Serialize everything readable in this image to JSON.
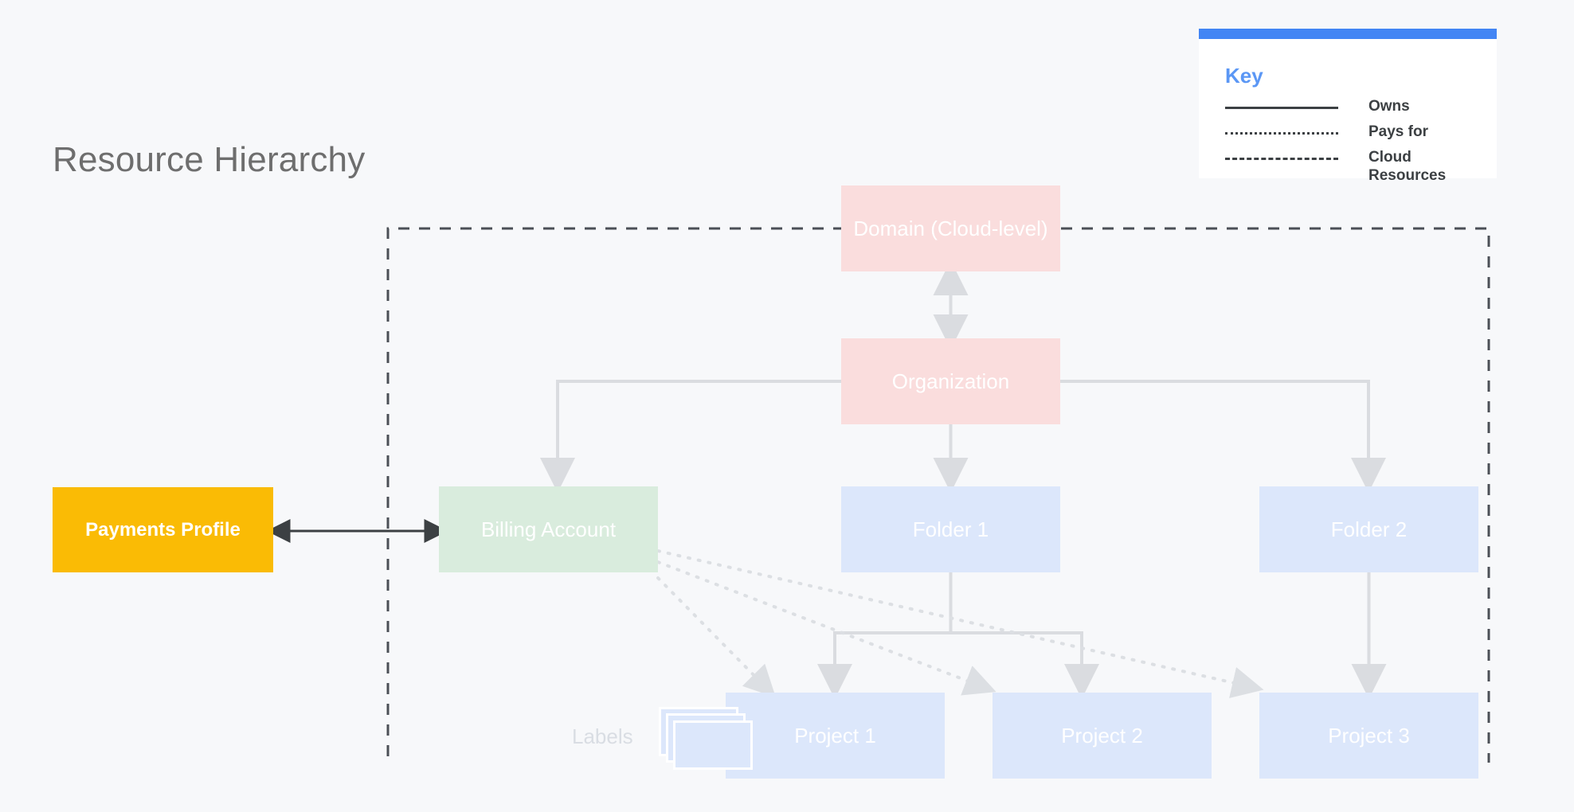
{
  "page": {
    "title": "Resource Hierarchy",
    "background_color": "#f7f8fa"
  },
  "key": {
    "title": "Key",
    "accent_color": "#4285f4",
    "rows": [
      {
        "style": "solid",
        "label": "Owns"
      },
      {
        "style": "dotted",
        "label": "Pays for"
      },
      {
        "style": "dashed",
        "label": "Cloud Resources"
      }
    ]
  },
  "nodes": {
    "domain": {
      "label": "Domain (Cloud-level)",
      "color": "#fadddd"
    },
    "organization": {
      "label": "Organization",
      "color": "#fadddd"
    },
    "billing": {
      "label": "Billing Account",
      "color": "#d9ecdd"
    },
    "folder1": {
      "label": "Folder 1",
      "color": "#dce7fb"
    },
    "folder2": {
      "label": "Folder 2",
      "color": "#dce7fb"
    },
    "project1": {
      "label": "Project 1",
      "color": "#dce7fb"
    },
    "project2": {
      "label": "Project 2",
      "color": "#dce7fb"
    },
    "project3": {
      "label": "Project 3",
      "color": "#dce7fb"
    },
    "payments": {
      "label": "Payments Profile",
      "color": "#fabb05"
    },
    "labels": {
      "label": "Labels",
      "color": "#dce7fb"
    }
  },
  "relationships": [
    {
      "from": "domain",
      "to": "organization",
      "type": "owns",
      "bidirectional": true
    },
    {
      "from": "organization",
      "to": "billing",
      "type": "owns"
    },
    {
      "from": "organization",
      "to": "folder1",
      "type": "owns"
    },
    {
      "from": "organization",
      "to": "folder2",
      "type": "owns"
    },
    {
      "from": "folder1",
      "to": "project1",
      "type": "owns"
    },
    {
      "from": "folder1",
      "to": "project2",
      "type": "owns"
    },
    {
      "from": "folder2",
      "to": "project3",
      "type": "owns"
    },
    {
      "from": "payments",
      "to": "billing",
      "type": "owns",
      "bidirectional": true
    },
    {
      "from": "billing",
      "to": "project1",
      "type": "pays-for"
    },
    {
      "from": "billing",
      "to": "project2",
      "type": "pays-for"
    },
    {
      "from": "billing",
      "to": "project3",
      "type": "pays-for"
    }
  ],
  "cloud_boundary": {
    "label": "Cloud Resources",
    "style": "dashed"
  }
}
